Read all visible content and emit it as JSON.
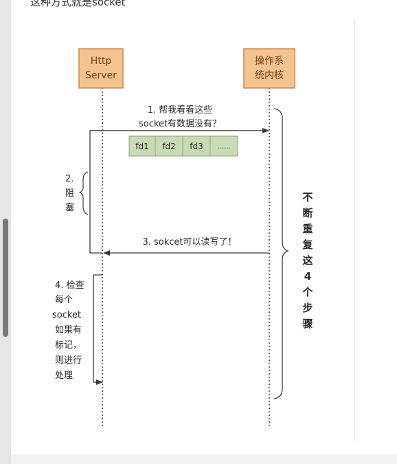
{
  "header": {
    "top_text": "这种方式就是socket"
  },
  "colors": {
    "actor_fill": "#f5c48e",
    "actor_border": "#c98a4c",
    "actor_text": "#7a3a10",
    "fd_fill": "#c8dbb5",
    "fd_border": "#8aa27a",
    "line": "#3a3a3a",
    "text": "#2a2a2a"
  },
  "diagram": {
    "actor_left_lines": [
      "Http",
      "Server"
    ],
    "actor_right_lines": [
      "操作系",
      "统内核"
    ],
    "message1_lines": [
      "1. 帮我看看这些",
      "socket有数据没有？"
    ],
    "fd_cells": [
      "fd1",
      "fd2",
      "fd3",
      "......"
    ],
    "block_label_lines": [
      "2.",
      "阻",
      "塞"
    ],
    "message3": "3. sokcet可以读写了！",
    "check_label_lines": [
      "4. 检查",
      "每个",
      "socket",
      "如果有",
      "标记，",
      "则进行",
      "处理"
    ],
    "repeat_label_chars": [
      "不",
      "断",
      "重",
      "复",
      "这",
      "4",
      "个",
      "步",
      "骤"
    ]
  }
}
